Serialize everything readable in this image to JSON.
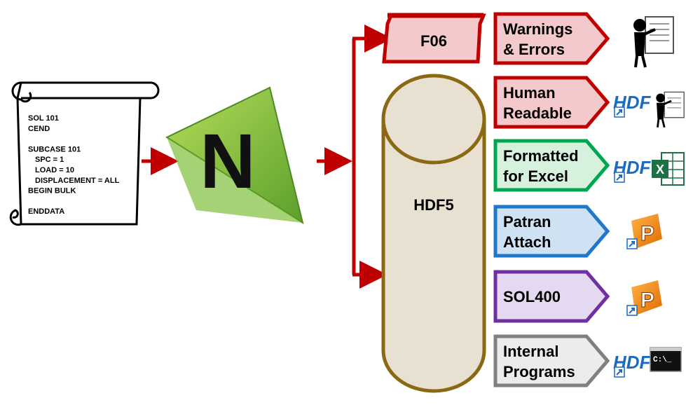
{
  "input_deck": {
    "lines": [
      "SOL 101",
      "CEND",
      "",
      "SUBCASE 101",
      "  SPC = 1",
      "  LOAD = 10",
      "  DISPLACEMENT = ALL",
      "BEGIN BULK",
      "",
      "ENDDATA"
    ]
  },
  "solver_logo_letter": "N",
  "f06_label": "F06",
  "hdf5_label": "HDF5",
  "outputs": [
    {
      "line1": "Warnings",
      "line2": "& Errors",
      "fill": "#f4c9cb",
      "stroke": "#c00000"
    },
    {
      "line1": "Human",
      "line2": "Readable",
      "fill": "#f4c9cb",
      "stroke": "#c00000"
    },
    {
      "line1": "Formatted",
      "line2": "for Excel",
      "fill": "#d6f2dd",
      "stroke": "#00a651"
    },
    {
      "line1": "Patran",
      "line2": "Attach",
      "fill": "#cfe2f3",
      "stroke": "#1f78c8"
    },
    {
      "line1": "SOL400",
      "line2": "",
      "fill": "#e4d9f0",
      "stroke": "#7030a0"
    },
    {
      "line1": "Internal",
      "line2": "Programs",
      "fill": "#ececec",
      "stroke": "#808080"
    }
  ],
  "icons": {
    "hdf_text": "HDF",
    "excel_letter": "X",
    "patran_letter": "P",
    "console_text": "C:\\_"
  },
  "colors": {
    "arrow": "#c00000",
    "f06_fill": "#f4c9cb",
    "f06_stroke": "#c00000",
    "hdf5_fill": "#e8e0d0",
    "hdf5_stroke": "#8b6914"
  }
}
